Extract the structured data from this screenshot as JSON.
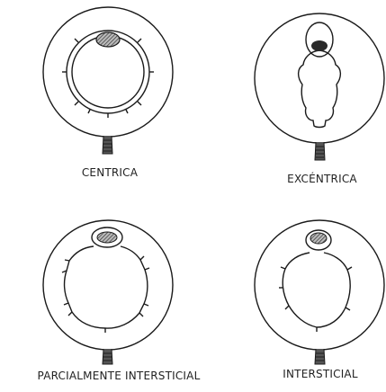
{
  "panels": [
    {
      "id": "centrica",
      "caption": "CENTRICA"
    },
    {
      "id": "excentrica",
      "caption": "EXCÉNTRICA"
    },
    {
      "id": "parcialmente",
      "caption": "PARCIALMENTE INTERSTICIAL"
    },
    {
      "id": "intersticial",
      "caption": "INTERSTICIAL"
    }
  ]
}
